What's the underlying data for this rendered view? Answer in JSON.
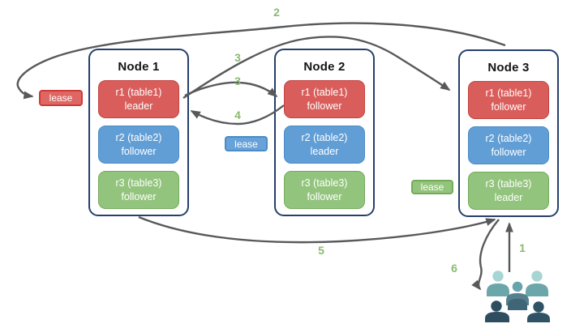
{
  "nodes": [
    {
      "title": "Node 1",
      "replicas": [
        {
          "name": "r1 (table1)",
          "role": "leader",
          "color": "#d95d5a"
        },
        {
          "name": "r2 (table2)",
          "role": "follower",
          "color": "#619ed6"
        },
        {
          "name": "r3 (table3)",
          "role": "follower",
          "color": "#93c47d"
        }
      ]
    },
    {
      "title": "Node 2",
      "replicas": [
        {
          "name": "r1 (table1)",
          "role": "follower",
          "color": "#d95d5a"
        },
        {
          "name": "r2 (table2)",
          "role": "leader",
          "color": "#619ed6"
        },
        {
          "name": "r3 (table3)",
          "role": "follower",
          "color": "#93c47d"
        }
      ]
    },
    {
      "title": "Node 3",
      "replicas": [
        {
          "name": "r1 (table1)",
          "role": "follower",
          "color": "#d95d5a"
        },
        {
          "name": "r2 (table2)",
          "role": "follower",
          "color": "#619ed6"
        },
        {
          "name": "r3 (table3)",
          "role": "leader",
          "color": "#93c47d"
        }
      ]
    }
  ],
  "leases": {
    "red": {
      "label": "lease",
      "color": "#df6763"
    },
    "blue": {
      "label": "lease",
      "color": "#68a2da"
    },
    "green": {
      "label": "lease",
      "color": "#93c47d"
    }
  },
  "steps": {
    "s1": "1",
    "s2": "2",
    "s3": "3",
    "s4": "4",
    "s5": "5",
    "s6": "6"
  },
  "icons": {
    "clients": "users-group-icon"
  },
  "colors": {
    "node_border": "#26406b",
    "arrow": "#58595b",
    "step_label": "#8abb70",
    "users_light_teal": "#a7d5d3",
    "users_teal": "#6ba7aa",
    "users_dark_slate": "#2e4d5f"
  }
}
